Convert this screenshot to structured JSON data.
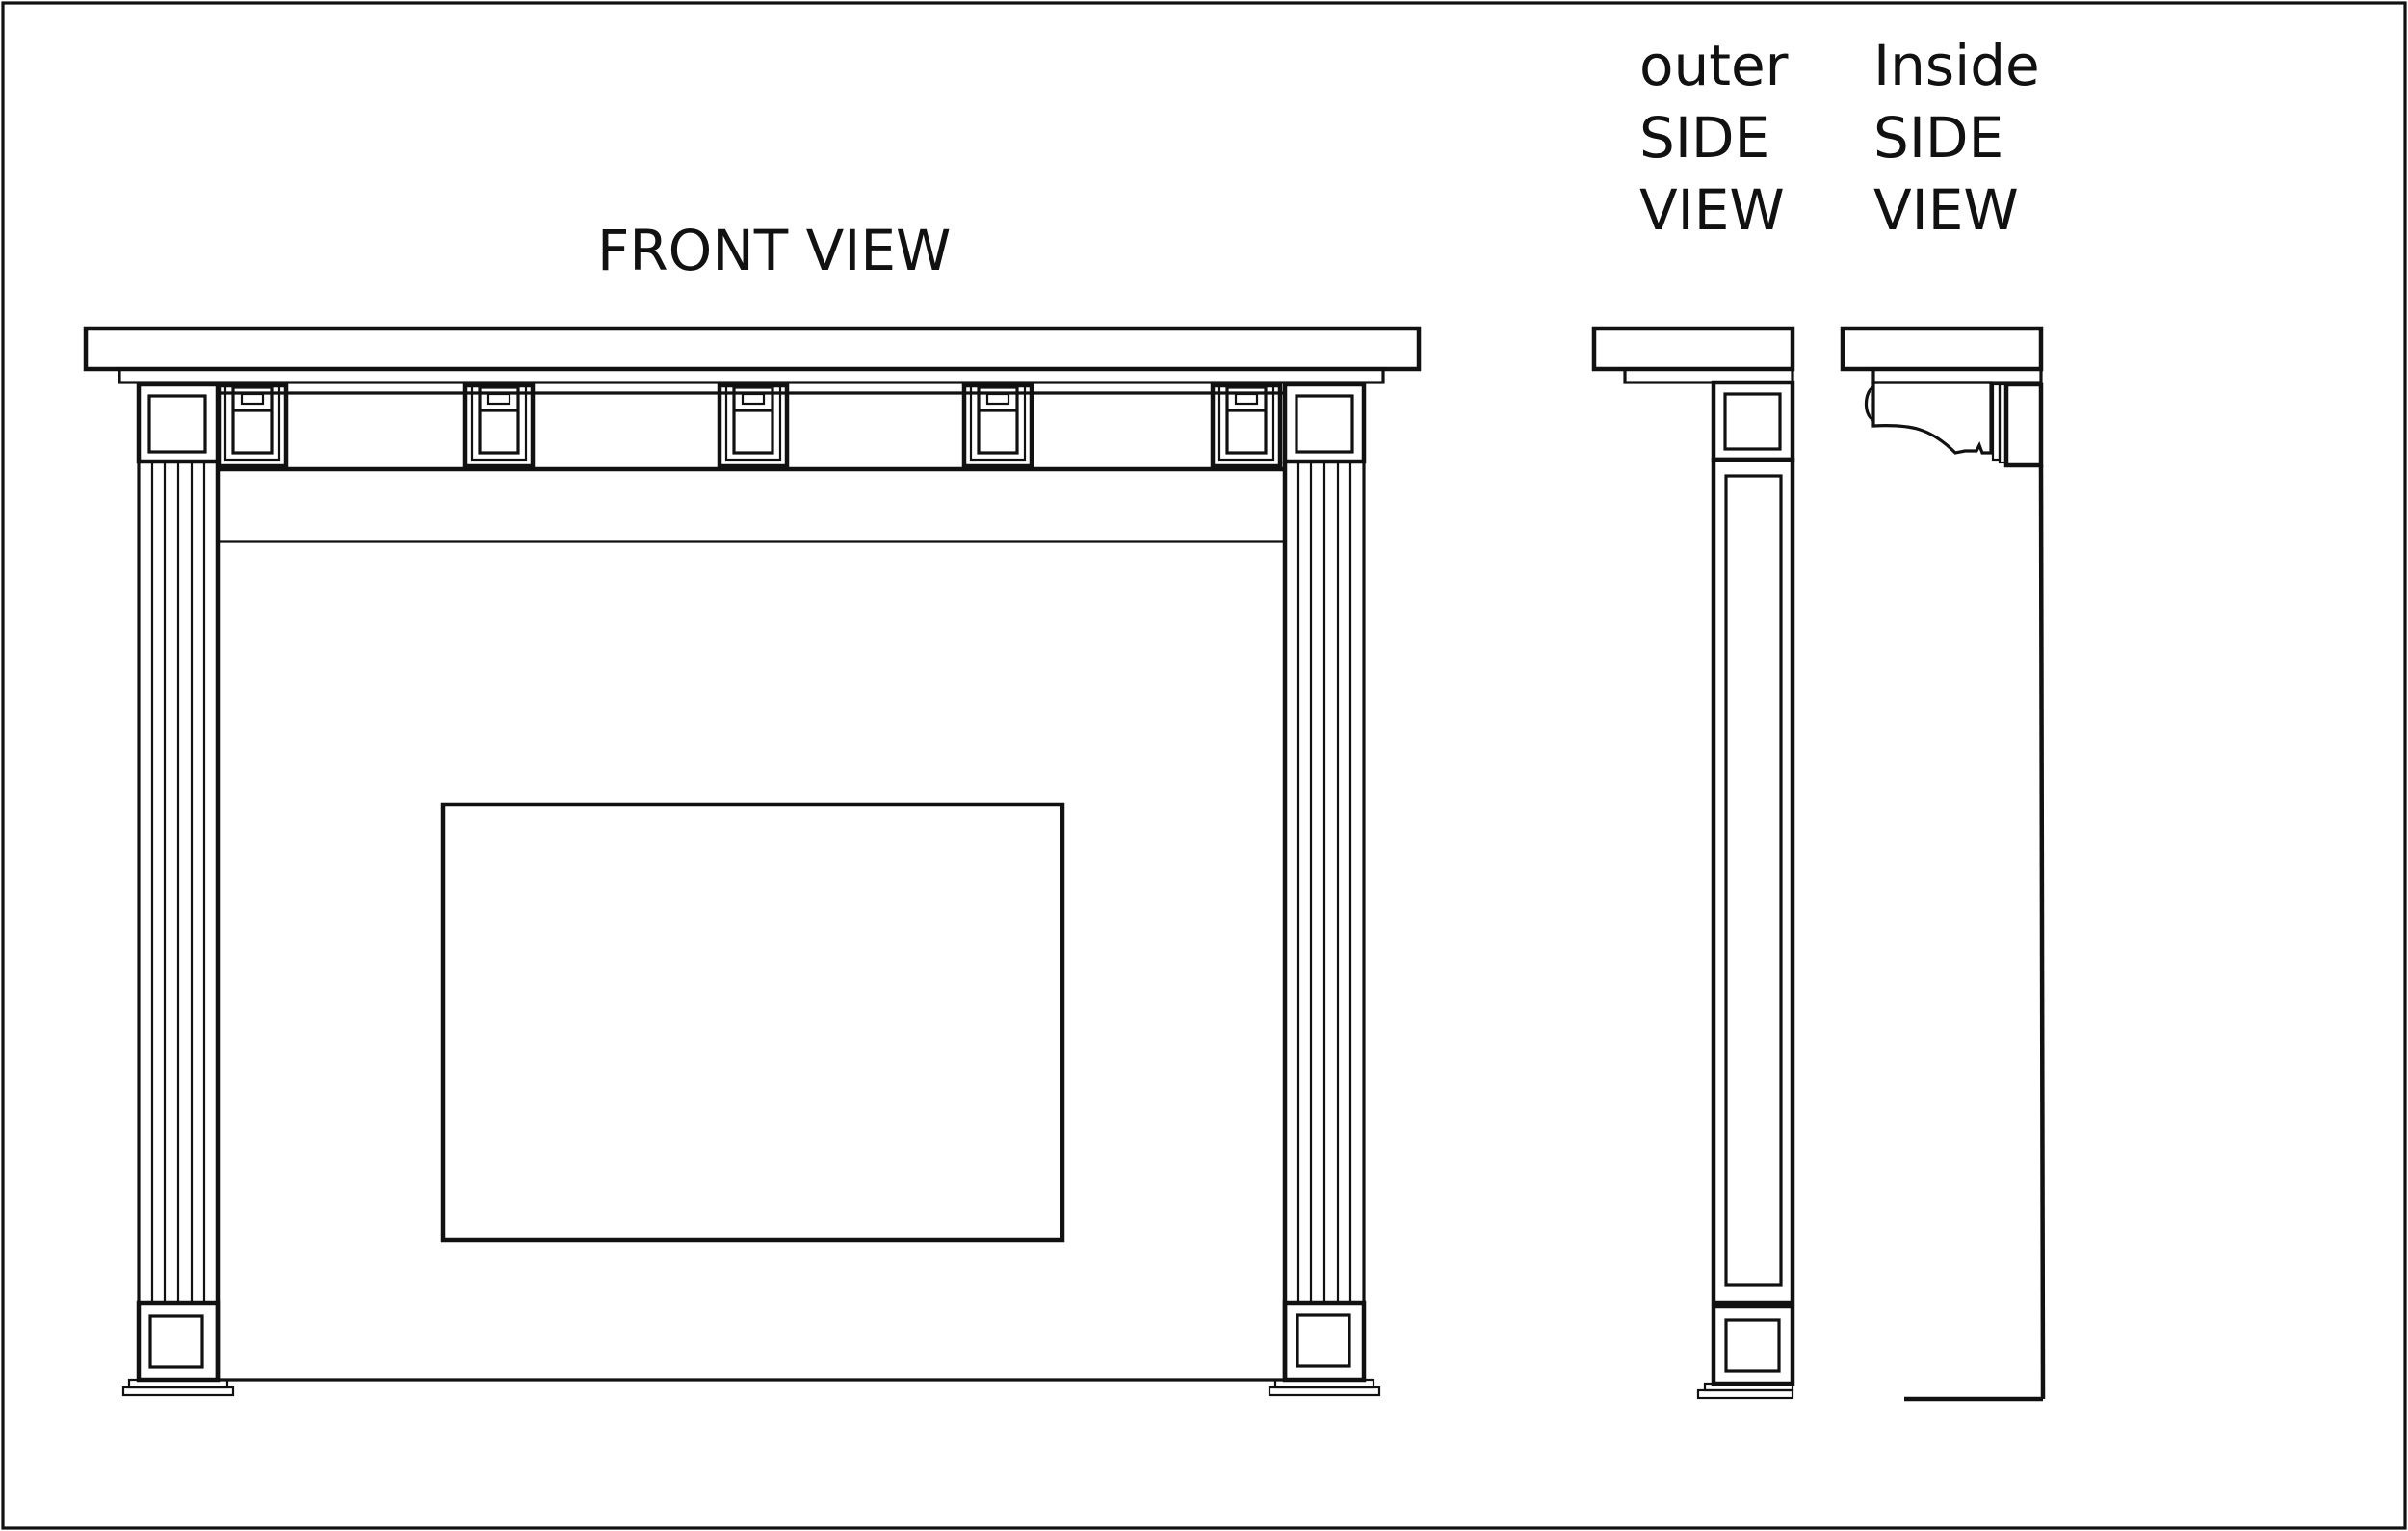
{
  "labels": {
    "front_view": "FRONT VIEW",
    "outer_side": [
      "outer",
      "SIDE",
      "VIEW"
    ],
    "inside_side": [
      "Inside",
      "SIDE",
      "VIEW"
    ]
  },
  "colors": {
    "line": "#111111",
    "background": "#ffffff"
  }
}
